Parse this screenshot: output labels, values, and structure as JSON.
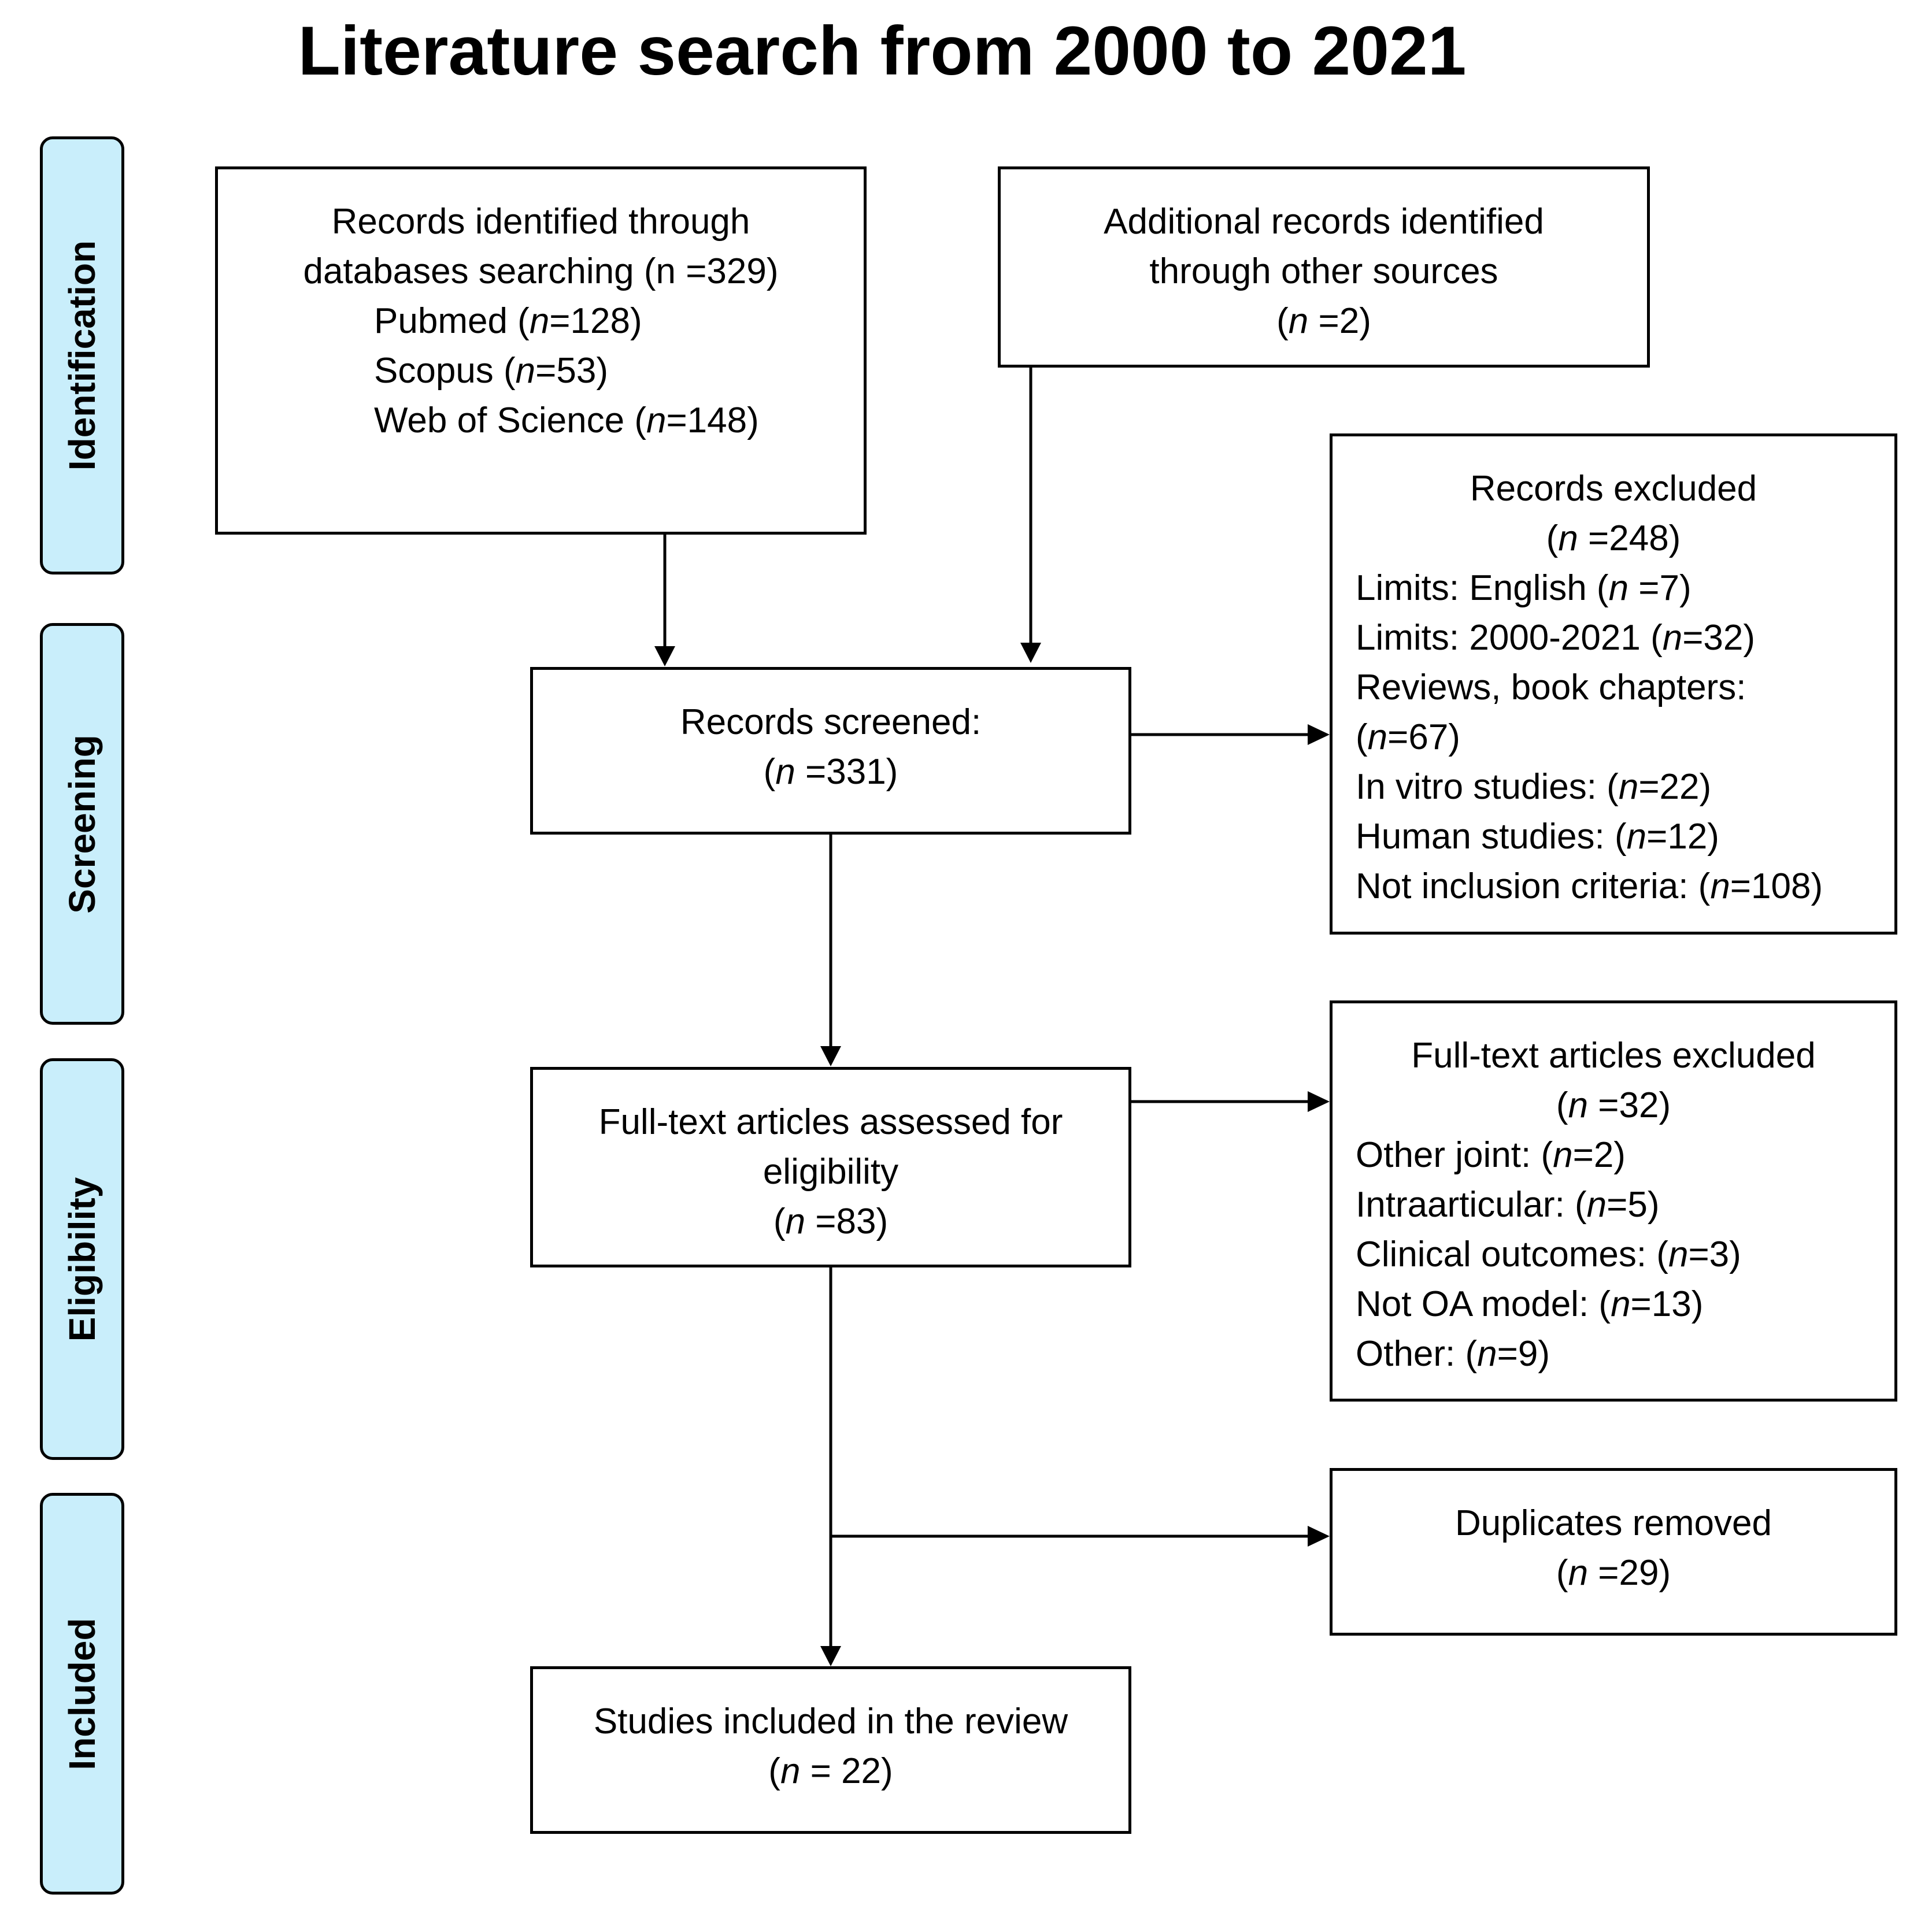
{
  "title": "Literature search from 2000 to 2021",
  "phases": {
    "identification": "Identification",
    "screening": "Screening",
    "eligibility": "Eligibility",
    "included": "Included"
  },
  "boxes": {
    "databases": {
      "lines": [
        "Records identified through",
        "databases searching (n =329)"
      ],
      "sources": [
        {
          "name": "Pubmed (",
          "n": "n",
          "value": "=128)"
        },
        {
          "name": "Scopus (",
          "n": "n",
          "value": "=53)"
        },
        {
          "name": "Web of Science (",
          "n": "n",
          "value": "=148)"
        }
      ]
    },
    "additional": {
      "lines": [
        "Additional records identified",
        "through other sources"
      ],
      "count": {
        "open": "(",
        "n": "n",
        "rest": " =2)"
      }
    },
    "screened": {
      "line": "Records screened:",
      "count": {
        "open": "(",
        "n": "n",
        "rest": " =331)"
      }
    },
    "records_excluded": {
      "title": "Records excluded",
      "count": {
        "open": "(",
        "n": "n",
        "rest": " =248)"
      },
      "items": [
        {
          "label": "Limits: English (",
          "n": "n",
          "rest": " =7)"
        },
        {
          "label": "Limits: 2000-2021 (",
          "n": "n",
          "rest": "=32)"
        },
        {
          "label": "Reviews, book chapters:",
          "n": "",
          "rest": ""
        },
        {
          "label": "(",
          "n": "n",
          "rest": "=67)"
        },
        {
          "label": "In vitro studies: (",
          "n": "n",
          "rest": "=22)"
        },
        {
          "label": "Human studies: (",
          "n": "n",
          "rest": "=12)"
        },
        {
          "label": "Not inclusion criteria: (",
          "n": "n",
          "rest": "=108)"
        }
      ]
    },
    "fulltext": {
      "lines": [
        "Full-text articles assessed for",
        "eligibility"
      ],
      "count": {
        "open": "(",
        "n": "n",
        "rest": " =83)"
      }
    },
    "fulltext_excluded": {
      "title": "Full-text articles excluded",
      "count": {
        "open": "(",
        "n": "n",
        "rest": " =32)"
      },
      "items": [
        {
          "label": "Other joint: (",
          "n": "n",
          "rest": "=2)"
        },
        {
          "label": "Intraarticular: (",
          "n": "n",
          "rest": "=5)"
        },
        {
          "label": "Clinical outcomes: (",
          "n": "n",
          "rest": "=3)"
        },
        {
          "label": "Not OA model: (",
          "n": "n",
          "rest": "=13)"
        },
        {
          "label": "Other: (",
          "n": "n",
          "rest": "=9)"
        }
      ]
    },
    "duplicates": {
      "title": "Duplicates removed",
      "count": {
        "open": "(",
        "n": "n",
        "rest": " =29)"
      }
    },
    "included": {
      "line": "Studies included in the review",
      "count": {
        "open": "(",
        "n": "n",
        "rest": " = 22)"
      }
    }
  }
}
